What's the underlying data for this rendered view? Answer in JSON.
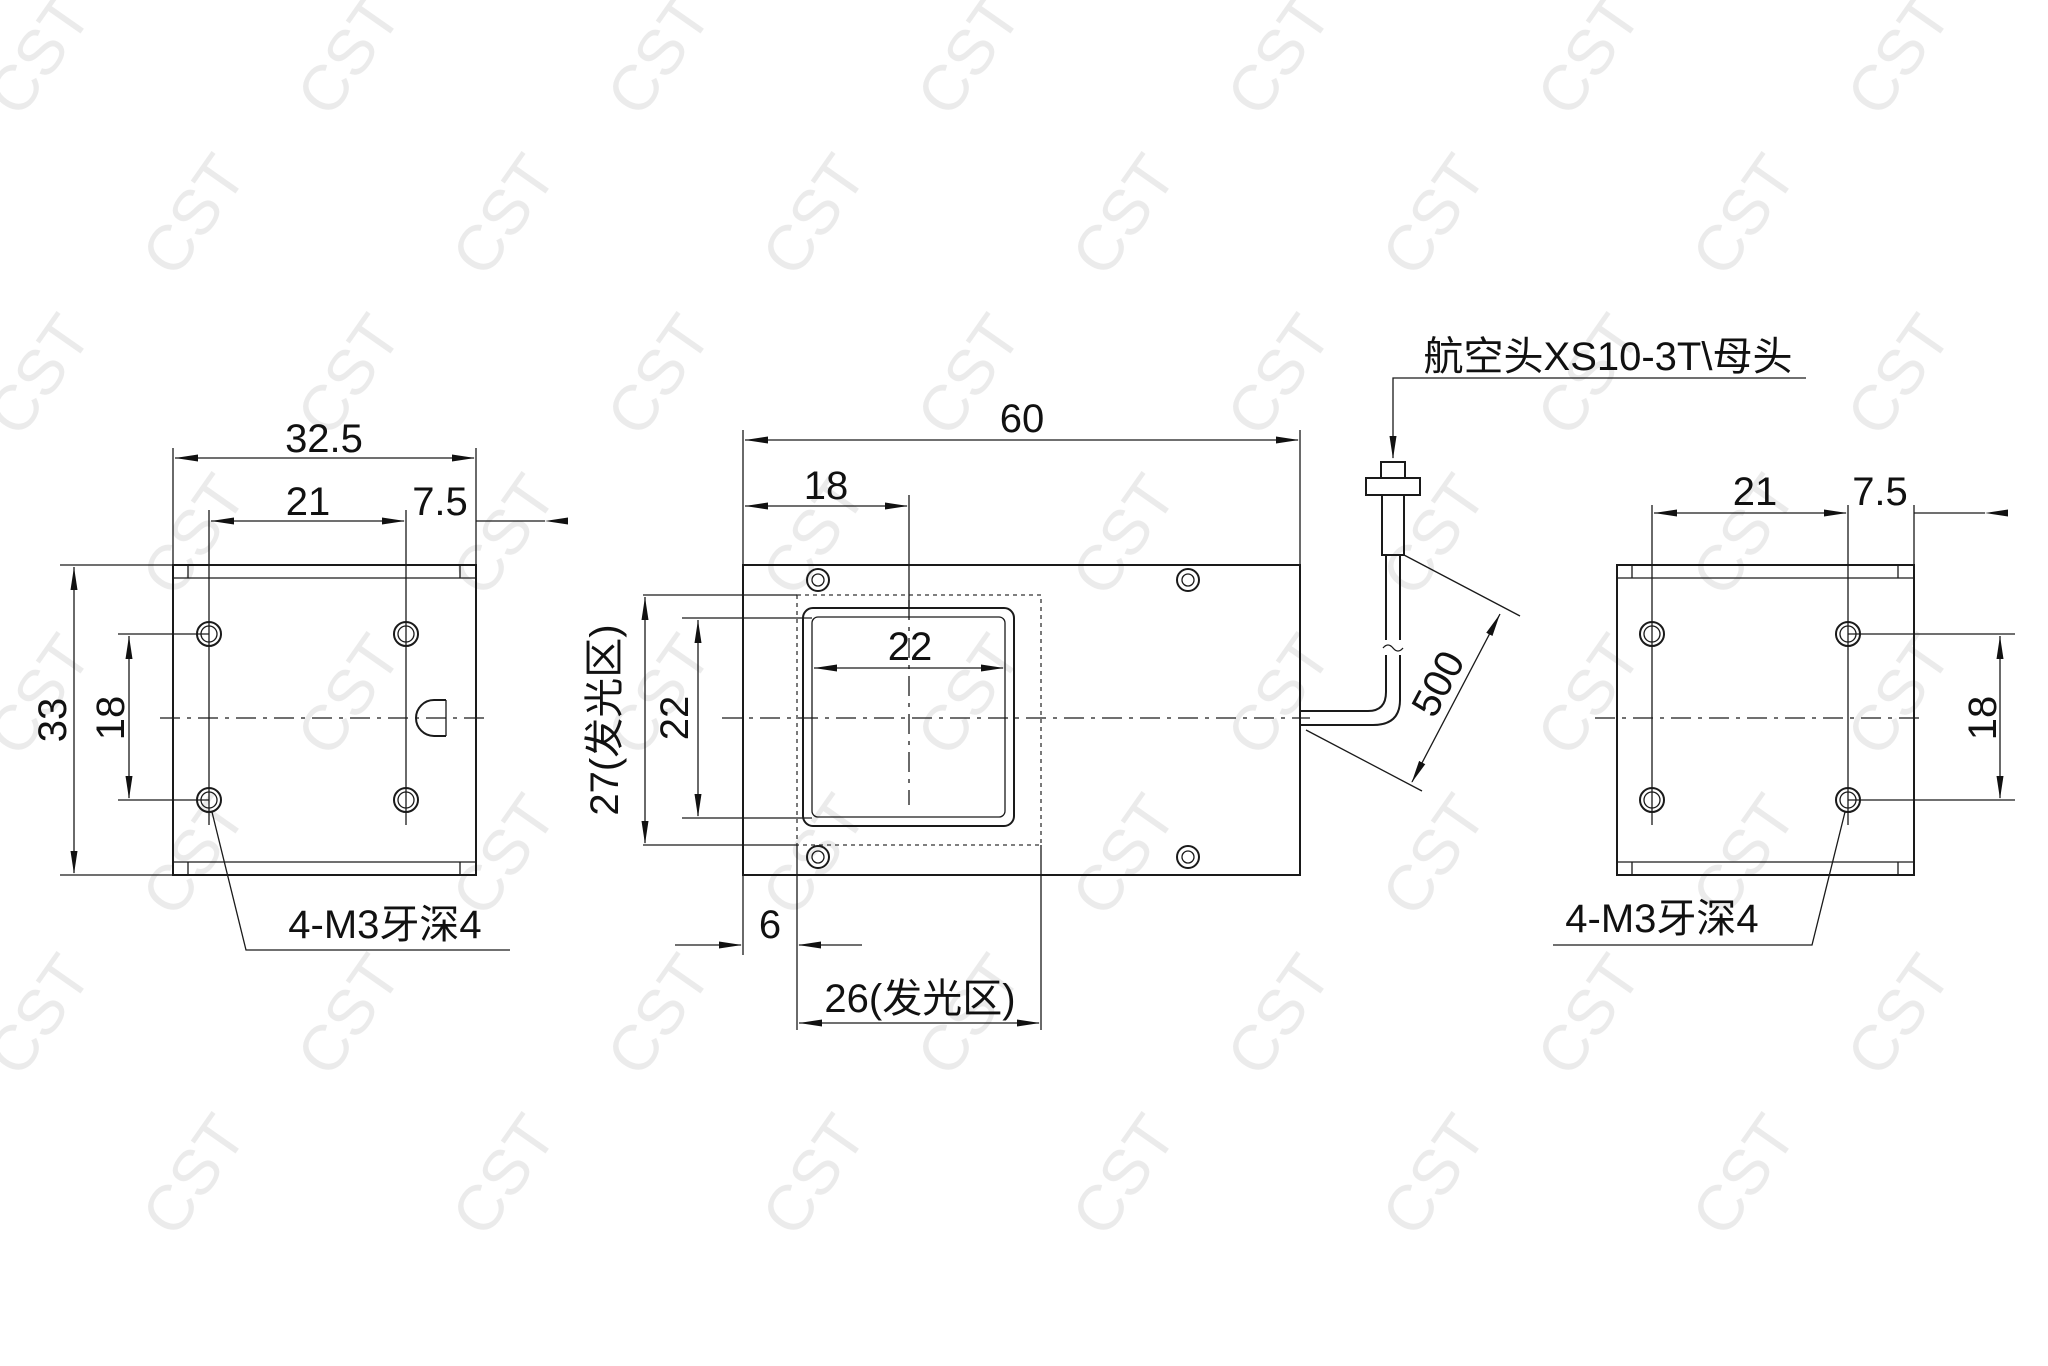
{
  "watermark": "CST",
  "left_view": {
    "width_label": "32.5",
    "hole_spacing_x": "21",
    "hole_offset": "7.5",
    "height_label": "33",
    "hole_spacing_y": "18",
    "thread_note": "4-M3牙深4"
  },
  "front_view": {
    "length_label": "60",
    "window_offset": "18",
    "window_width": "22",
    "window_height": "22",
    "emit_height": "27(发光区)",
    "emit_width": "26(发光区)",
    "edge_offset": "6",
    "cable_length": "500",
    "connector_note": "航空头XS10-3T\\母头"
  },
  "right_view": {
    "hole_spacing_x": "21",
    "hole_offset": "7.5",
    "hole_spacing_y": "18",
    "thread_note": "4-M3牙深4"
  }
}
